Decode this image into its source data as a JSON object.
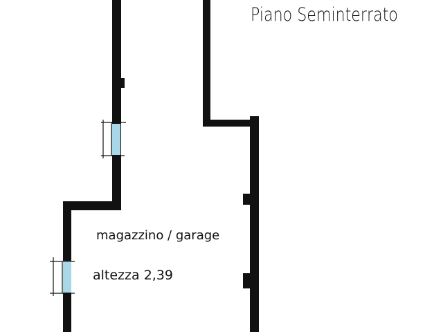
{
  "plan": {
    "title": "Piano Seminterrato",
    "room_name": "magazzino / garage",
    "room_height": "altezza 2,39"
  },
  "colors": {
    "wall": "#111111",
    "window": "#a8d8e8"
  }
}
